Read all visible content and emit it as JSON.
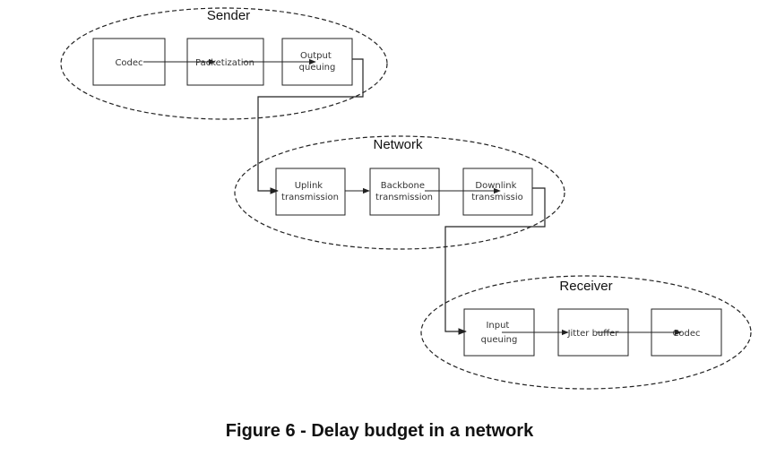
{
  "groups": {
    "sender": "Sender",
    "network": "Network",
    "receiver": "Receiver"
  },
  "blocks": {
    "codec_sender": "Codec",
    "packetization": "Packetization",
    "output_queuing": [
      "Output",
      "queuing"
    ],
    "uplink": [
      "Uplink",
      "transmission"
    ],
    "backbone": [
      "Backbone",
      "transmission"
    ],
    "downlink": [
      "Downlink",
      "transmissio"
    ],
    "input_queuing": [
      "Input",
      "queuing"
    ],
    "jitter_buffer": "Jitter buffer",
    "codec_receiver": "Codec"
  },
  "caption": "Figure 6 - Delay budget in a network"
}
